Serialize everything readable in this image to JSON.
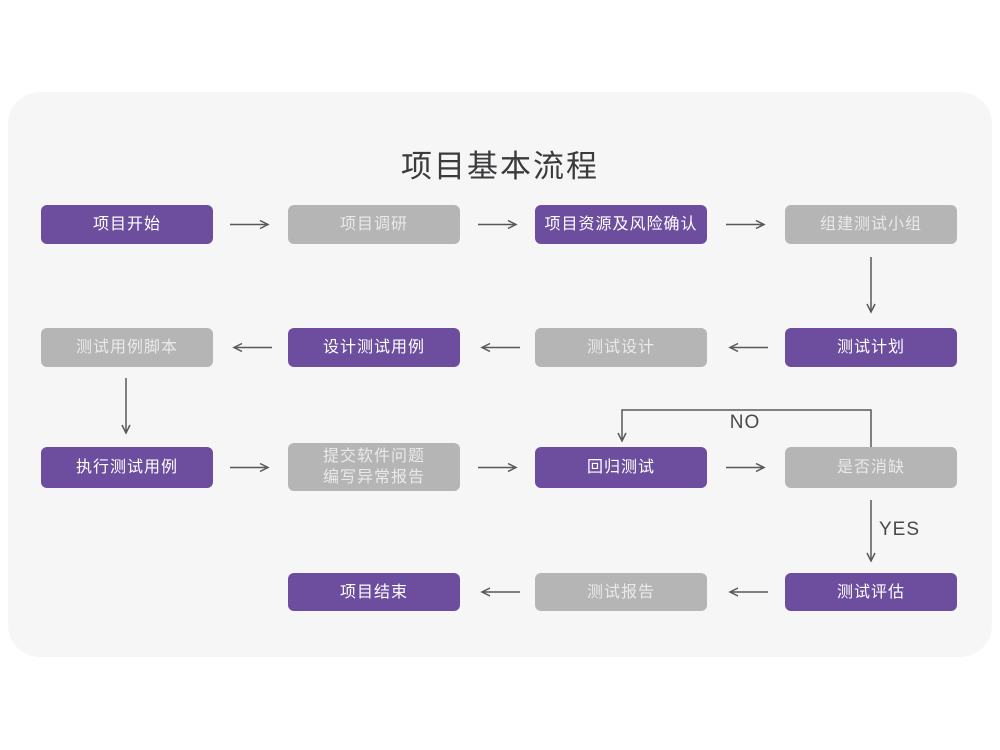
{
  "title": "项目基本流程",
  "edge_labels": {
    "no": "NO",
    "yes": "YES"
  },
  "colors": {
    "purple": "#6d4e9e",
    "gray": "#b5b5b5",
    "panel": "#f6f6f7",
    "line": "#58585a",
    "label": "#4a4a4c",
    "title": "#3b3b3d"
  },
  "nodes": [
    {
      "id": "project-start",
      "label": "项目开始",
      "variant": "purple"
    },
    {
      "id": "project-research",
      "label": "项目调研",
      "variant": "gray"
    },
    {
      "id": "resource-risk-confirm",
      "label": "项目资源及风险确认",
      "variant": "purple"
    },
    {
      "id": "build-test-team",
      "label": "组建测试小组",
      "variant": "gray"
    },
    {
      "id": "test-case-script",
      "label": "测试用例脚本",
      "variant": "gray"
    },
    {
      "id": "design-test-case",
      "label": "设计测试用例",
      "variant": "purple"
    },
    {
      "id": "test-design",
      "label": "测试设计",
      "variant": "gray"
    },
    {
      "id": "test-plan",
      "label": "测试计划",
      "variant": "purple"
    },
    {
      "id": "run-test-case",
      "label": "执行测试用例",
      "variant": "purple"
    },
    {
      "id": "submit-issue-report",
      "label": "提交软件问题\n编写异常报告",
      "variant": "gray"
    },
    {
      "id": "regression-test",
      "label": "回归测试",
      "variant": "purple"
    },
    {
      "id": "defect-cleared",
      "label": "是否消缺",
      "variant": "gray"
    },
    {
      "id": "project-end",
      "label": "项目结束",
      "variant": "purple"
    },
    {
      "id": "test-report",
      "label": "测试报告",
      "variant": "gray"
    },
    {
      "id": "test-evaluation",
      "label": "测试评估",
      "variant": "purple"
    }
  ]
}
